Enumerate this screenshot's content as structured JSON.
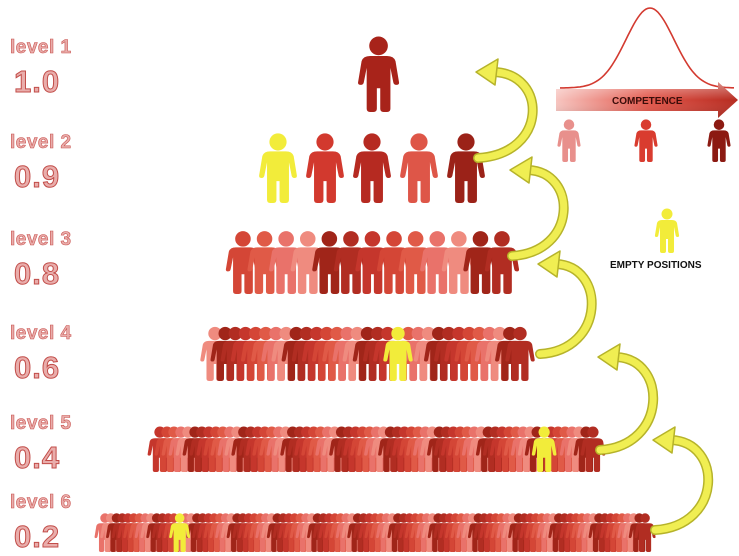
{
  "levels": [
    {
      "label": "level 1",
      "value": "1.0",
      "people": 1,
      "empty_positions": 0
    },
    {
      "label": "level 2",
      "value": "0.9",
      "people": 5,
      "empty_positions": 1
    },
    {
      "label": "level 3",
      "value": "0.8",
      "people": 13,
      "empty_positions": 0
    },
    {
      "label": "level 4",
      "value": "0.6",
      "people": 31,
      "empty_positions": 1
    },
    {
      "label": "level 5",
      "value": "0.4",
      "people": 63,
      "empty_positions": 1
    },
    {
      "label": "level 6",
      "value": "0.2",
      "people": 95,
      "empty_positions": 1
    }
  ],
  "legend": {
    "axis_label": "COMPETENCE",
    "empty_label": "EMPTY POSITIONS",
    "competence_colors": [
      "#e8908c",
      "#d93c2f",
      "#8c1a12"
    ],
    "empty_color": "#f2ec3a"
  },
  "colors": {
    "people_palette": [
      "#e05a47",
      "#c5362c",
      "#a02519",
      "#e9726a",
      "#d44636",
      "#b12d22",
      "#ef8b7f"
    ],
    "arrow_fill": "#f0ee52",
    "arrow_stroke": "#b6b32a",
    "text_fill": "#e9adab",
    "text_stroke": "#c24d49"
  }
}
